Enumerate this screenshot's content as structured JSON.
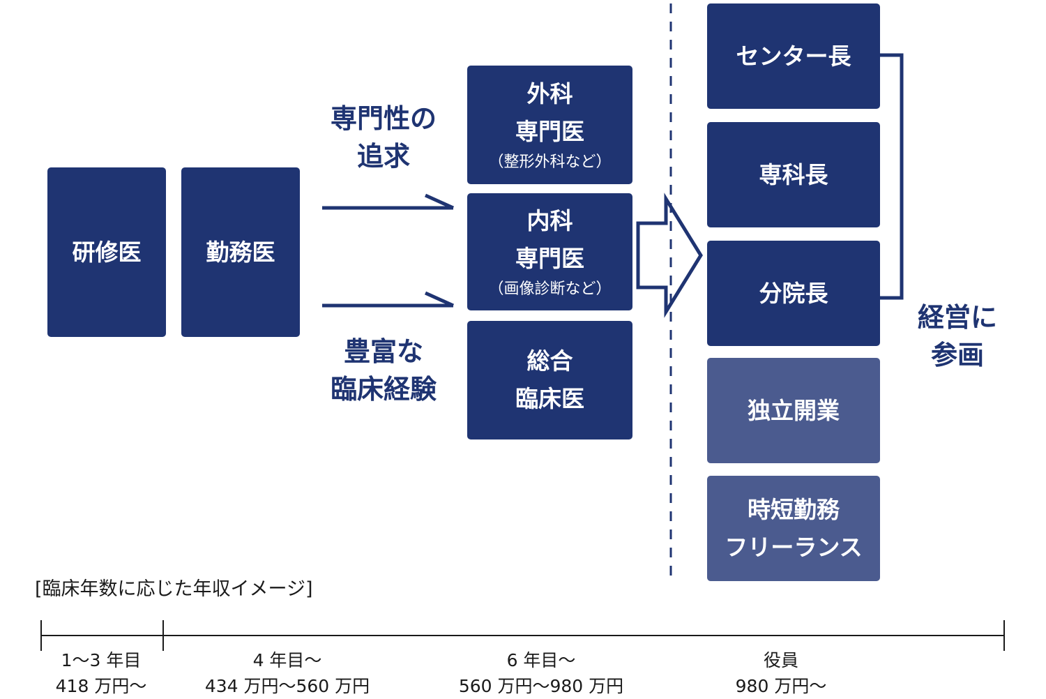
{
  "boxes": {
    "kenshui": "研修医",
    "kinmui": "勤務医",
    "geka": {
      "line1": "外科",
      "line2": "専門医",
      "note": "（整形外科など）"
    },
    "naika": {
      "line1": "内科",
      "line2": "専門医",
      "note": "（画像診断など）"
    },
    "sogo": {
      "line1": "総合",
      "line2": "臨床医"
    },
    "center_cho": "センター長",
    "senka_cho": "専科長",
    "bunin_cho": "分院長",
    "dokuritsu": "独立開業",
    "jitan": {
      "line1": "時短勤務",
      "line2": "フリーランス"
    }
  },
  "labels": {
    "senmon": {
      "line1": "専門性の",
      "line2": "追求"
    },
    "hofu": {
      "line1": "豊富な",
      "line2": "臨床経験"
    },
    "keiei": {
      "line1": "経営に",
      "line2": "参画"
    }
  },
  "timeline": {
    "caption": "[臨床年数に応じた年収イメージ]",
    "stages": [
      {
        "years": "1〜3 年目",
        "salary": "418 万円〜"
      },
      {
        "years": "4 年目〜",
        "salary": "434 万円〜560 万円"
      },
      {
        "years": "6 年目〜",
        "salary": "560 万円〜980 万円"
      },
      {
        "years": "役員",
        "salary": "980 万円〜"
      }
    ]
  },
  "colors": {
    "primary": "#1f3472",
    "secondary": "#4b5b8f"
  }
}
